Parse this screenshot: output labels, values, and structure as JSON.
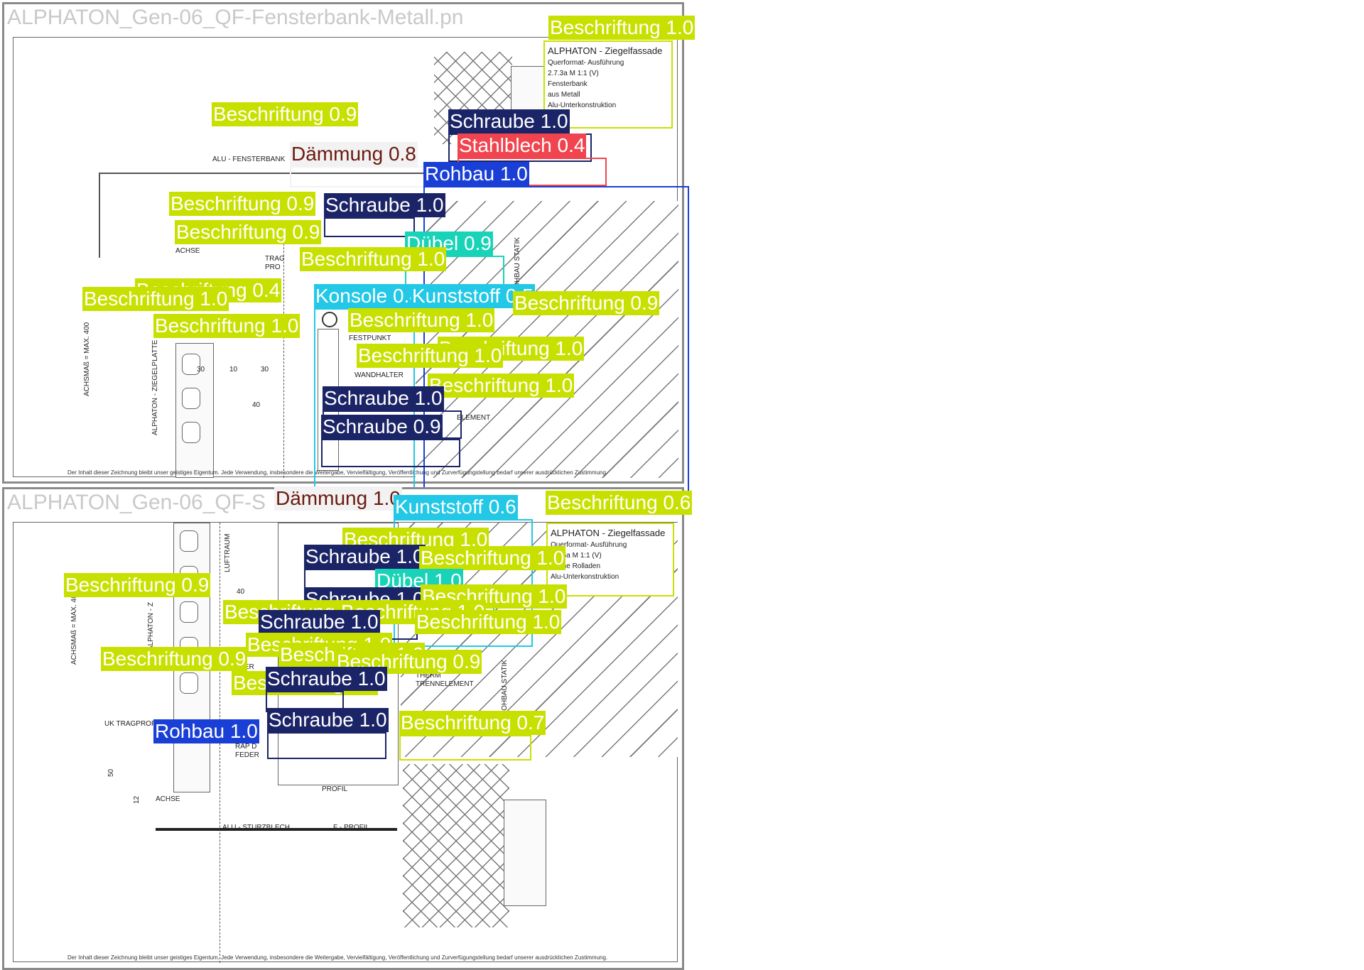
{
  "colors": {
    "beschriftung": "#c8e000",
    "schraube": "#1b2466",
    "stahlblech": "#f0444f",
    "daemmung": "#f2f2f2",
    "rohbau": "#1a3fd6",
    "duebel": "#19d3b8",
    "kunststoff": "#22c8e6",
    "konsole": "#22c8e6"
  },
  "panels": [
    {
      "title": "ALPHATON_Gen-06_QF-Fensterbank-Metall.pn",
      "titleblock": [
        "ALPHATON - Ziegelfassade",
        "Querformat- Ausführung",
        "2.7.3a   M 1:1 (V)",
        "Fensterbank",
        "aus Metall",
        "Alu-Unterkonstruktion"
      ],
      "drawing_labels": [
        "ALU - FENSTERBANK",
        "ACHSE",
        "FESTPUNKT",
        "WANDHALTER",
        "ACHSMAß = MAX. 400",
        "ALPHATON - ZIEGELPLATTE",
        "30",
        "10",
        "30",
        "40",
        "ROHBAU STATIK",
        "TRAG",
        "PRO",
        "ELEMENT"
      ],
      "footer": "Der Inhalt dieser Zeichnung bleibt unser geistiges Eigentum. Jede Verwendung, insbesondere die Weitergabe, Vervielfältigung, Veröffentlichung und Zurverfügungstellung bedarf unserer ausdrücklichen Zustimmung.",
      "detections": [
        {
          "label": "Beschriftung 1.0",
          "cls": "beschriftung"
        },
        {
          "label": "Beschriftung 0.9",
          "cls": "beschriftung"
        },
        {
          "label": "Schraube 1.0",
          "cls": "schraube"
        },
        {
          "label": "Stahlblech 0.4",
          "cls": "stahlblech"
        },
        {
          "label": "Dämmung 0.8",
          "cls": "daemmung"
        },
        {
          "label": "Rohbau 1.0",
          "cls": "rohbau"
        },
        {
          "label": "Beschriftung 0.9",
          "cls": "beschriftung"
        },
        {
          "label": "Schraube 1.0",
          "cls": "schraube"
        },
        {
          "label": "Beschriftung 0.9",
          "cls": "beschriftung"
        },
        {
          "label": "Dübel 0.9",
          "cls": "duebel"
        },
        {
          "label": "Beschriftung 1.0",
          "cls": "beschriftung"
        },
        {
          "label": "Beschriftung 0.4",
          "cls": "beschriftung"
        },
        {
          "label": "Beschriftung 1.0",
          "cls": "beschriftung"
        },
        {
          "label": "Konsole 0.4",
          "cls": "konsole"
        },
        {
          "label": "Kunststoff 0.5",
          "cls": "kunststoff"
        },
        {
          "label": "Beschriftung 0.9",
          "cls": "beschriftung"
        },
        {
          "label": "Beschriftung 1.0",
          "cls": "beschriftung"
        },
        {
          "label": "Beschriftung 1.0",
          "cls": "beschriftung"
        },
        {
          "label": "Beschriftung 1.0",
          "cls": "beschriftung"
        },
        {
          "label": "Beschriftung 1.0",
          "cls": "beschriftung"
        },
        {
          "label": "Beschriftung 1.0",
          "cls": "beschriftung"
        },
        {
          "label": "Schraube 1.0",
          "cls": "schraube"
        },
        {
          "label": "Schraube 0.9",
          "cls": "schraube"
        }
      ]
    },
    {
      "title": "ALPHATON_Gen-06_QF-S",
      "titleblock": [
        "ALPHATON - Ziegelfassade",
        "Querformat- Ausführung",
        "2.7.5a   M 1:1 (V)",
        "/ ohne Rolladen",
        "Alu-Unterkonstruktion"
      ],
      "drawing_labels": [
        "LUFTRAUM",
        "40",
        "30",
        "ACHSMAß = MAX. 400",
        "ALPHATON - Z",
        "UK  TRAGPROFIL",
        "RAP D",
        "FEDER",
        "50",
        "12",
        "ACHSE",
        "ALU - STURZBLECH",
        "F - PROFIL",
        "THERM",
        "TRENNELEMENT",
        "ROHBAU STATIK",
        "HALTER",
        "PROFIL"
      ],
      "footer": "Der Inhalt dieser Zeichnung bleibt unser geistiges Eigentum. Jede Verwendung, insbesondere die Weitergabe, Vervielfältigung, Veröffentlichung und Zurverfügungstellung bedarf unserer ausdrücklichen Zustimmung.",
      "detections": [
        {
          "label": "Dämmung 1.0",
          "cls": "daemmung"
        },
        {
          "label": "Kunststoff 0.6",
          "cls": "kunststoff"
        },
        {
          "label": "Beschriftung 0.6",
          "cls": "beschriftung"
        },
        {
          "label": "Beschriftung 1.0",
          "cls": "beschriftung"
        },
        {
          "label": "Schraube 1.0",
          "cls": "schraube"
        },
        {
          "label": "Beschriftung 1.0",
          "cls": "beschriftung"
        },
        {
          "label": "Dübel 1.0",
          "cls": "duebel"
        },
        {
          "label": "Beschriftung 0.9",
          "cls": "beschriftung"
        },
        {
          "label": "Schraube 1.0",
          "cls": "schraube"
        },
        {
          "label": "Beschriftung 1.0",
          "cls": "beschriftung"
        },
        {
          "label": "Beschriftung 1.0",
          "cls": "beschriftung"
        },
        {
          "label": "Beschriftung 1.0",
          "cls": "beschriftung"
        },
        {
          "label": "Beschriftung 1.0",
          "cls": "beschriftung"
        },
        {
          "label": "Schraube 1.0",
          "cls": "schraube"
        },
        {
          "label": "Beschriftung 1.0",
          "cls": "beschriftung"
        },
        {
          "label": "Beschriftung 0.9",
          "cls": "beschriftung"
        },
        {
          "label": "Beschriftung 1.0",
          "cls": "beschriftung"
        },
        {
          "label": "Beschriftung 0.9",
          "cls": "beschriftung"
        },
        {
          "label": "Beschriftung 0.9",
          "cls": "beschriftung"
        },
        {
          "label": "Schraube 1.0",
          "cls": "schraube"
        },
        {
          "label": "Schraube 1.0",
          "cls": "schraube"
        },
        {
          "label": "Beschriftung 0.7",
          "cls": "beschriftung"
        },
        {
          "label": "Rohbau 1.0",
          "cls": "rohbau"
        }
      ]
    }
  ]
}
